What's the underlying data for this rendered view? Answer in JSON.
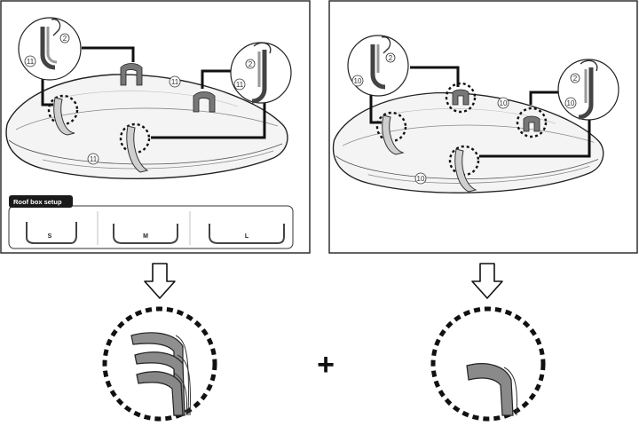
{
  "setup_header": "Roof box setup",
  "sizes": [
    "S",
    "M",
    "L"
  ],
  "callouts": {
    "left_strap": "11",
    "left_hook": "2",
    "right_strap": "10",
    "right_hook": "2"
  },
  "plus_sign": "+"
}
